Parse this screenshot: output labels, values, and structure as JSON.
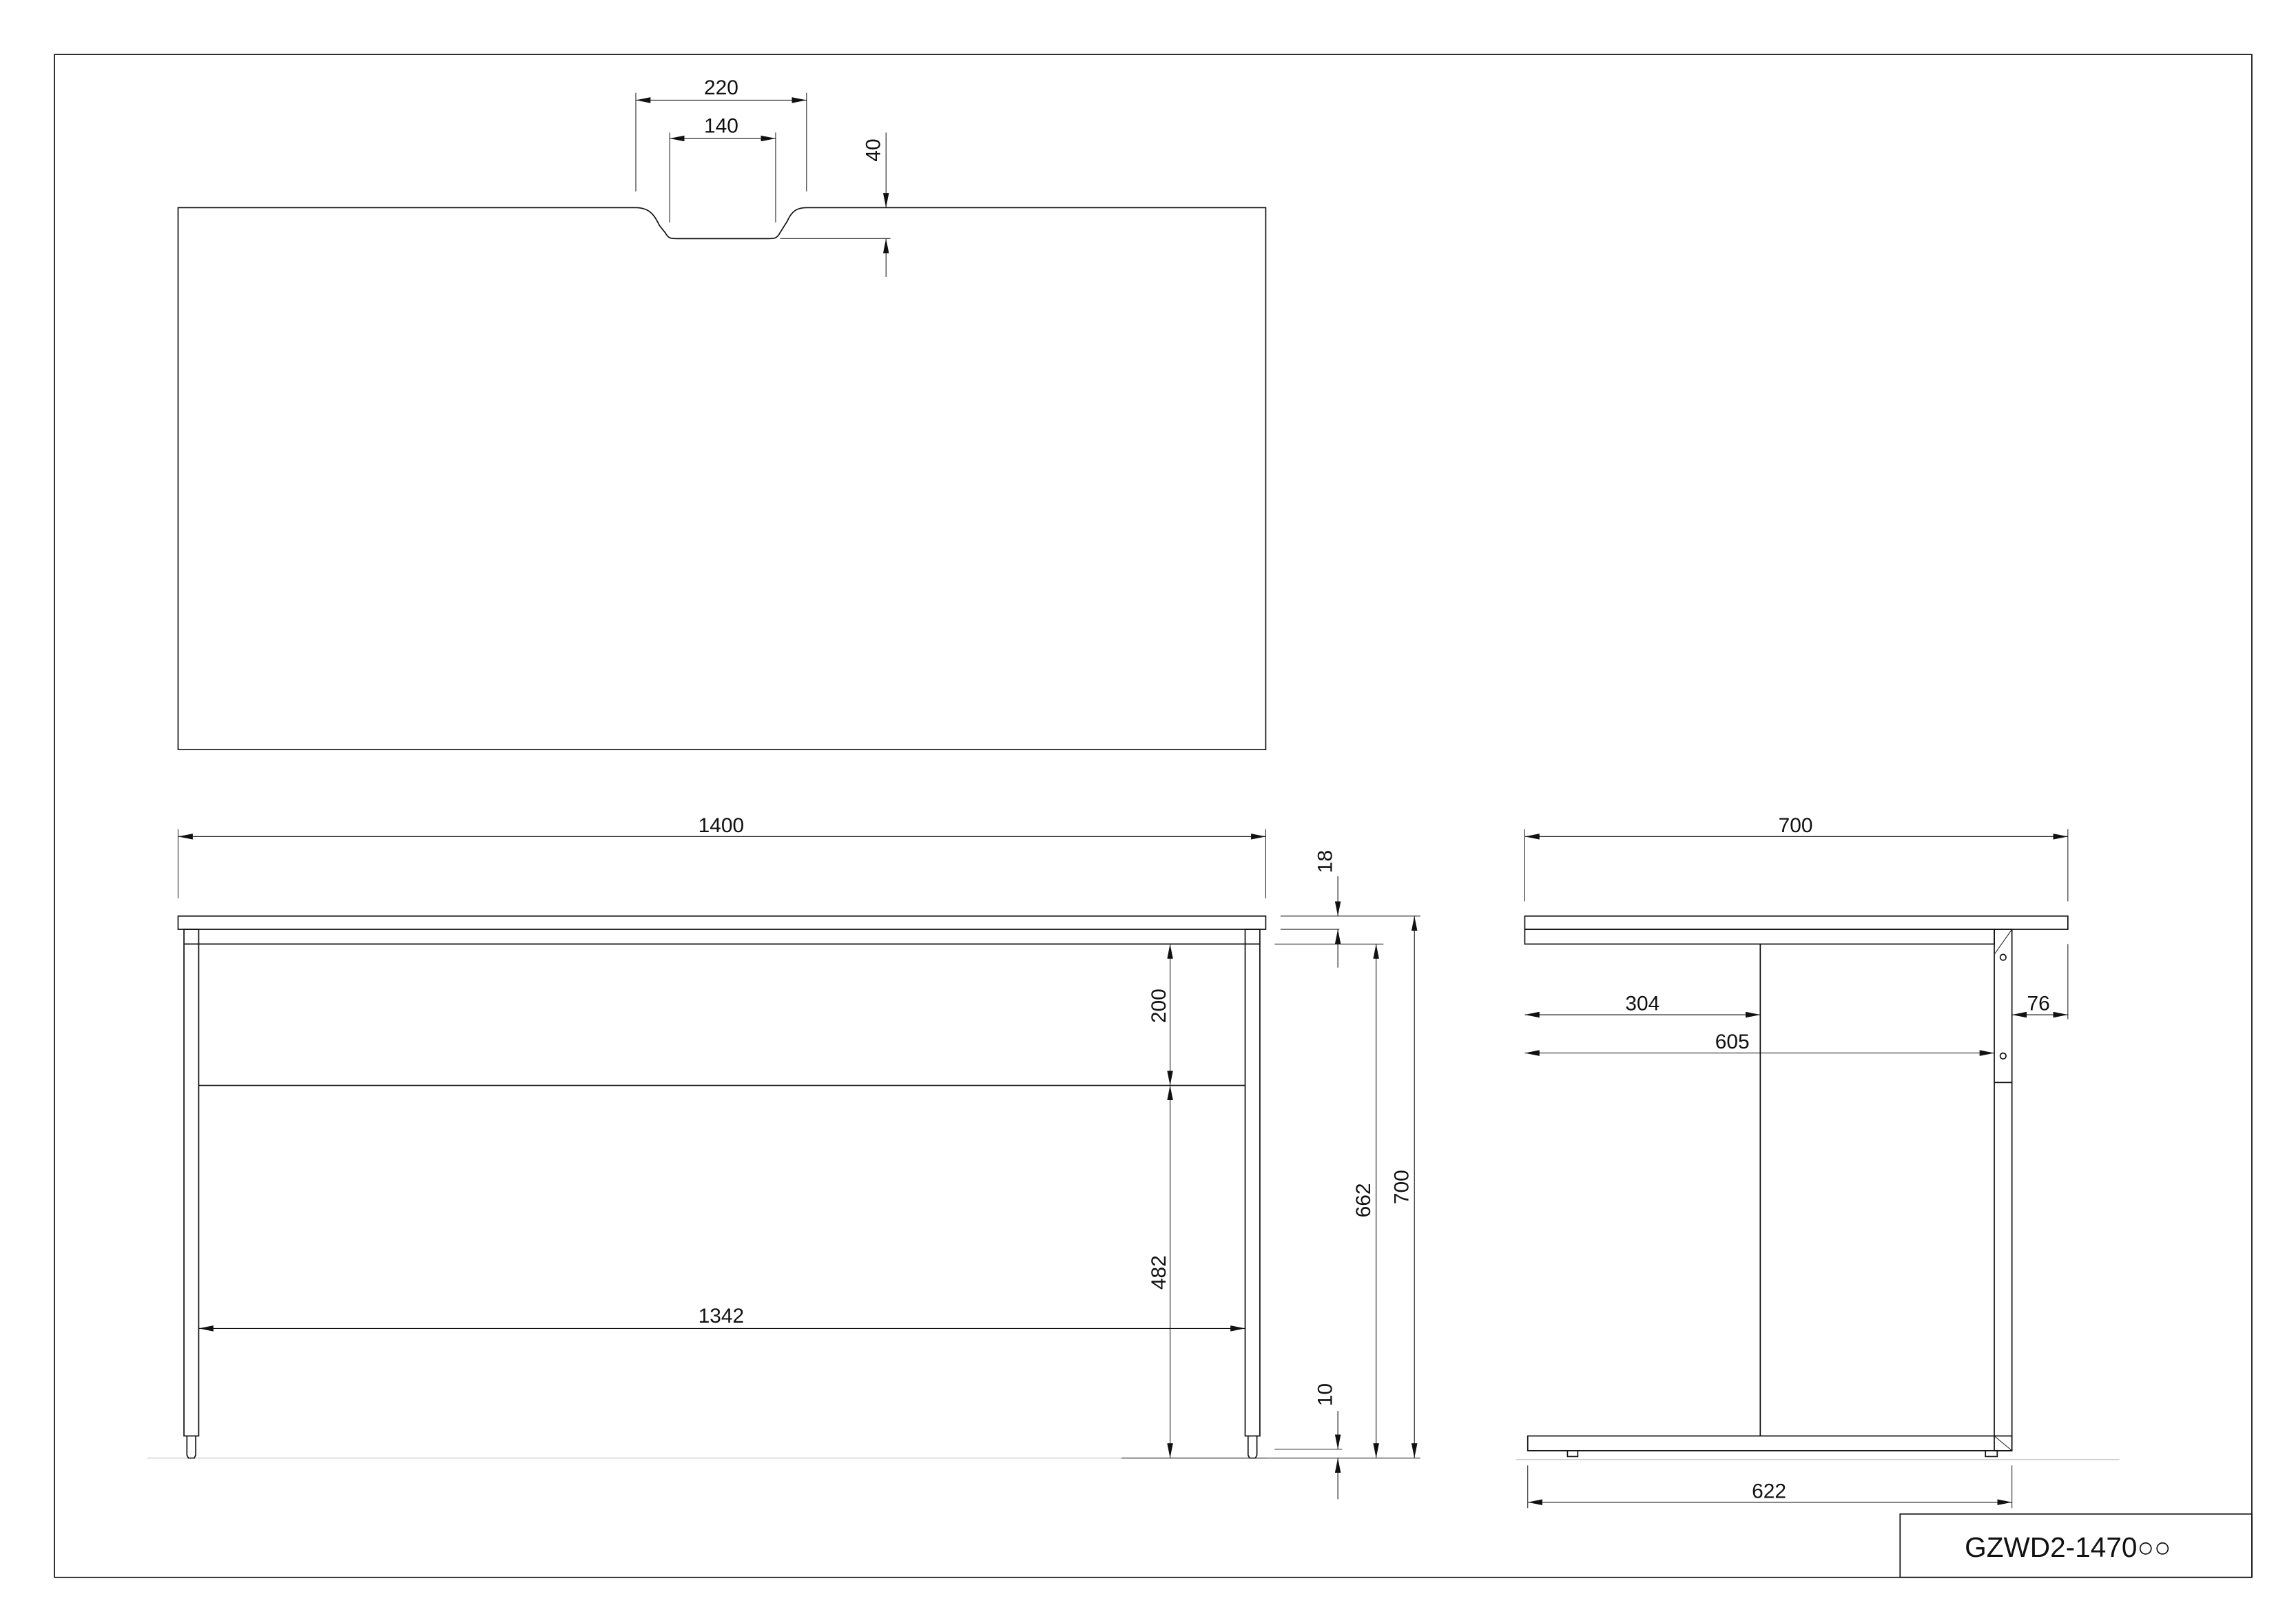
{
  "title_block": {
    "model": "GZWD2-1470○○"
  },
  "top_view": {
    "dims": {
      "notch_outer": "220",
      "notch_inner": "140",
      "notch_depth": "40"
    }
  },
  "front_view": {
    "dims": {
      "width": "1400",
      "top_thickness": "18",
      "apron_height": "200",
      "lower_height": "482",
      "inner_width": "1342",
      "adjuster": "10",
      "under_top_height": "662",
      "total_height": "700"
    }
  },
  "side_view": {
    "dims": {
      "depth": "700",
      "panel_offset": "304",
      "leg_offset": "605",
      "overhang": "76",
      "base_length": "622"
    }
  }
}
